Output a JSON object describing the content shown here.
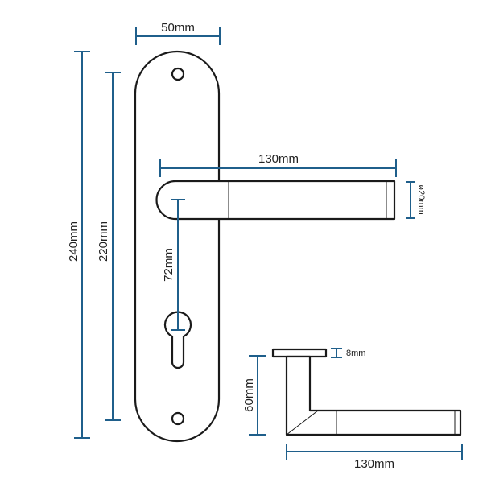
{
  "colors": {
    "dimension_line": "#1f5f8b",
    "outline": "#1a1a1a",
    "background": "#ffffff"
  },
  "dimensions": {
    "plate_width": "50mm",
    "plate_height": "240mm",
    "screw_spacing": "220mm",
    "lever_length": "130mm",
    "lever_diameter": "ø20mm",
    "lever_to_keyhole": "72mm",
    "rose_thickness": "8mm",
    "side_projection": "60mm",
    "side_length": "130mm"
  }
}
